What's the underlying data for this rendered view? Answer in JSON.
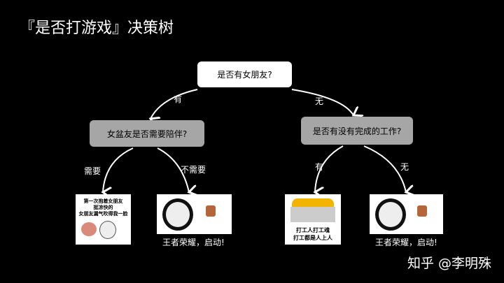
{
  "title": "『是否打游戏』决策树",
  "root": "是否有女朋友?",
  "left_node": "女盆友是否需要陪伴?",
  "right_node": "是否有没有完成的工作?",
  "edges": {
    "root_left": "有",
    "root_right": "无",
    "left_left": "需要",
    "left_right": "不需要",
    "right_left": "有",
    "right_right": "无"
  },
  "leaves": {
    "ll_meme": [
      "第一次抱着女朋友",
      "挺凉快的",
      "女朋友漏气吹得我一脸"
    ],
    "lr_caption": "王者荣耀，启动!",
    "rl_meme": [
      "打工人打工魂",
      "打工都是人上人"
    ],
    "rr_caption": "王者荣耀，启动!"
  },
  "watermark": "知乎 @李明殊"
}
